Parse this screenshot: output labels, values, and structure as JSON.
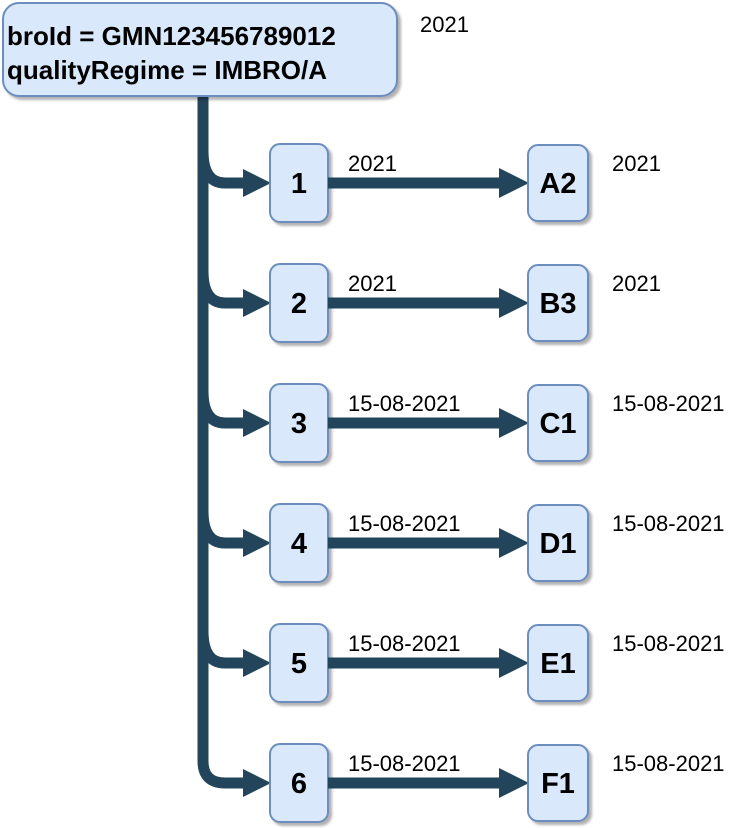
{
  "colors": {
    "box_fill": "#dae8fc",
    "box_border": "#6c8ebf",
    "arrow": "#23455c",
    "text": "#000000",
    "background": "#ffffff"
  },
  "diagram": {
    "root": {
      "line1": "broId = GMN123456789012",
      "line2": "qualityRegime = IMBRO/A",
      "year_label": "2021"
    },
    "rows": [
      {
        "source": "1",
        "edge_label": "2021",
        "target": "A2",
        "target_label": "2021"
      },
      {
        "source": "2",
        "edge_label": "2021",
        "target": "B3",
        "target_label": "2021"
      },
      {
        "source": "3",
        "edge_label": "15-08-2021",
        "target": "C1",
        "target_label": "15-08-2021"
      },
      {
        "source": "4",
        "edge_label": "15-08-2021",
        "target": "D1",
        "target_label": "15-08-2021"
      },
      {
        "source": "5",
        "edge_label": "15-08-2021",
        "target": "E1",
        "target_label": "15-08-2021"
      },
      {
        "source": "6",
        "edge_label": "15-08-2021",
        "target": "F1",
        "target_label": "15-08-2021"
      }
    ]
  }
}
